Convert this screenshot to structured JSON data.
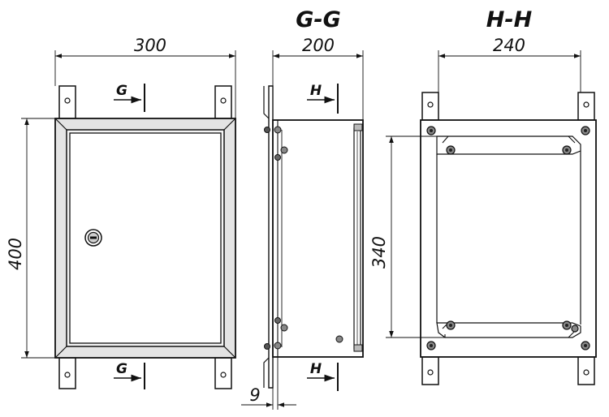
{
  "dimensions": {
    "front_width": "300",
    "front_height": "400",
    "side_depth": "200",
    "flange_offset": "9",
    "back_width": "240",
    "back_height": "340"
  },
  "sections": {
    "side_title": "G-G",
    "back_title": "H-H"
  },
  "cut_marks": {
    "front": "G",
    "side": "H"
  },
  "colors": {
    "line": "#111111",
    "panel_fill": "#f7f7f7",
    "shade": "#d9d9d9"
  }
}
